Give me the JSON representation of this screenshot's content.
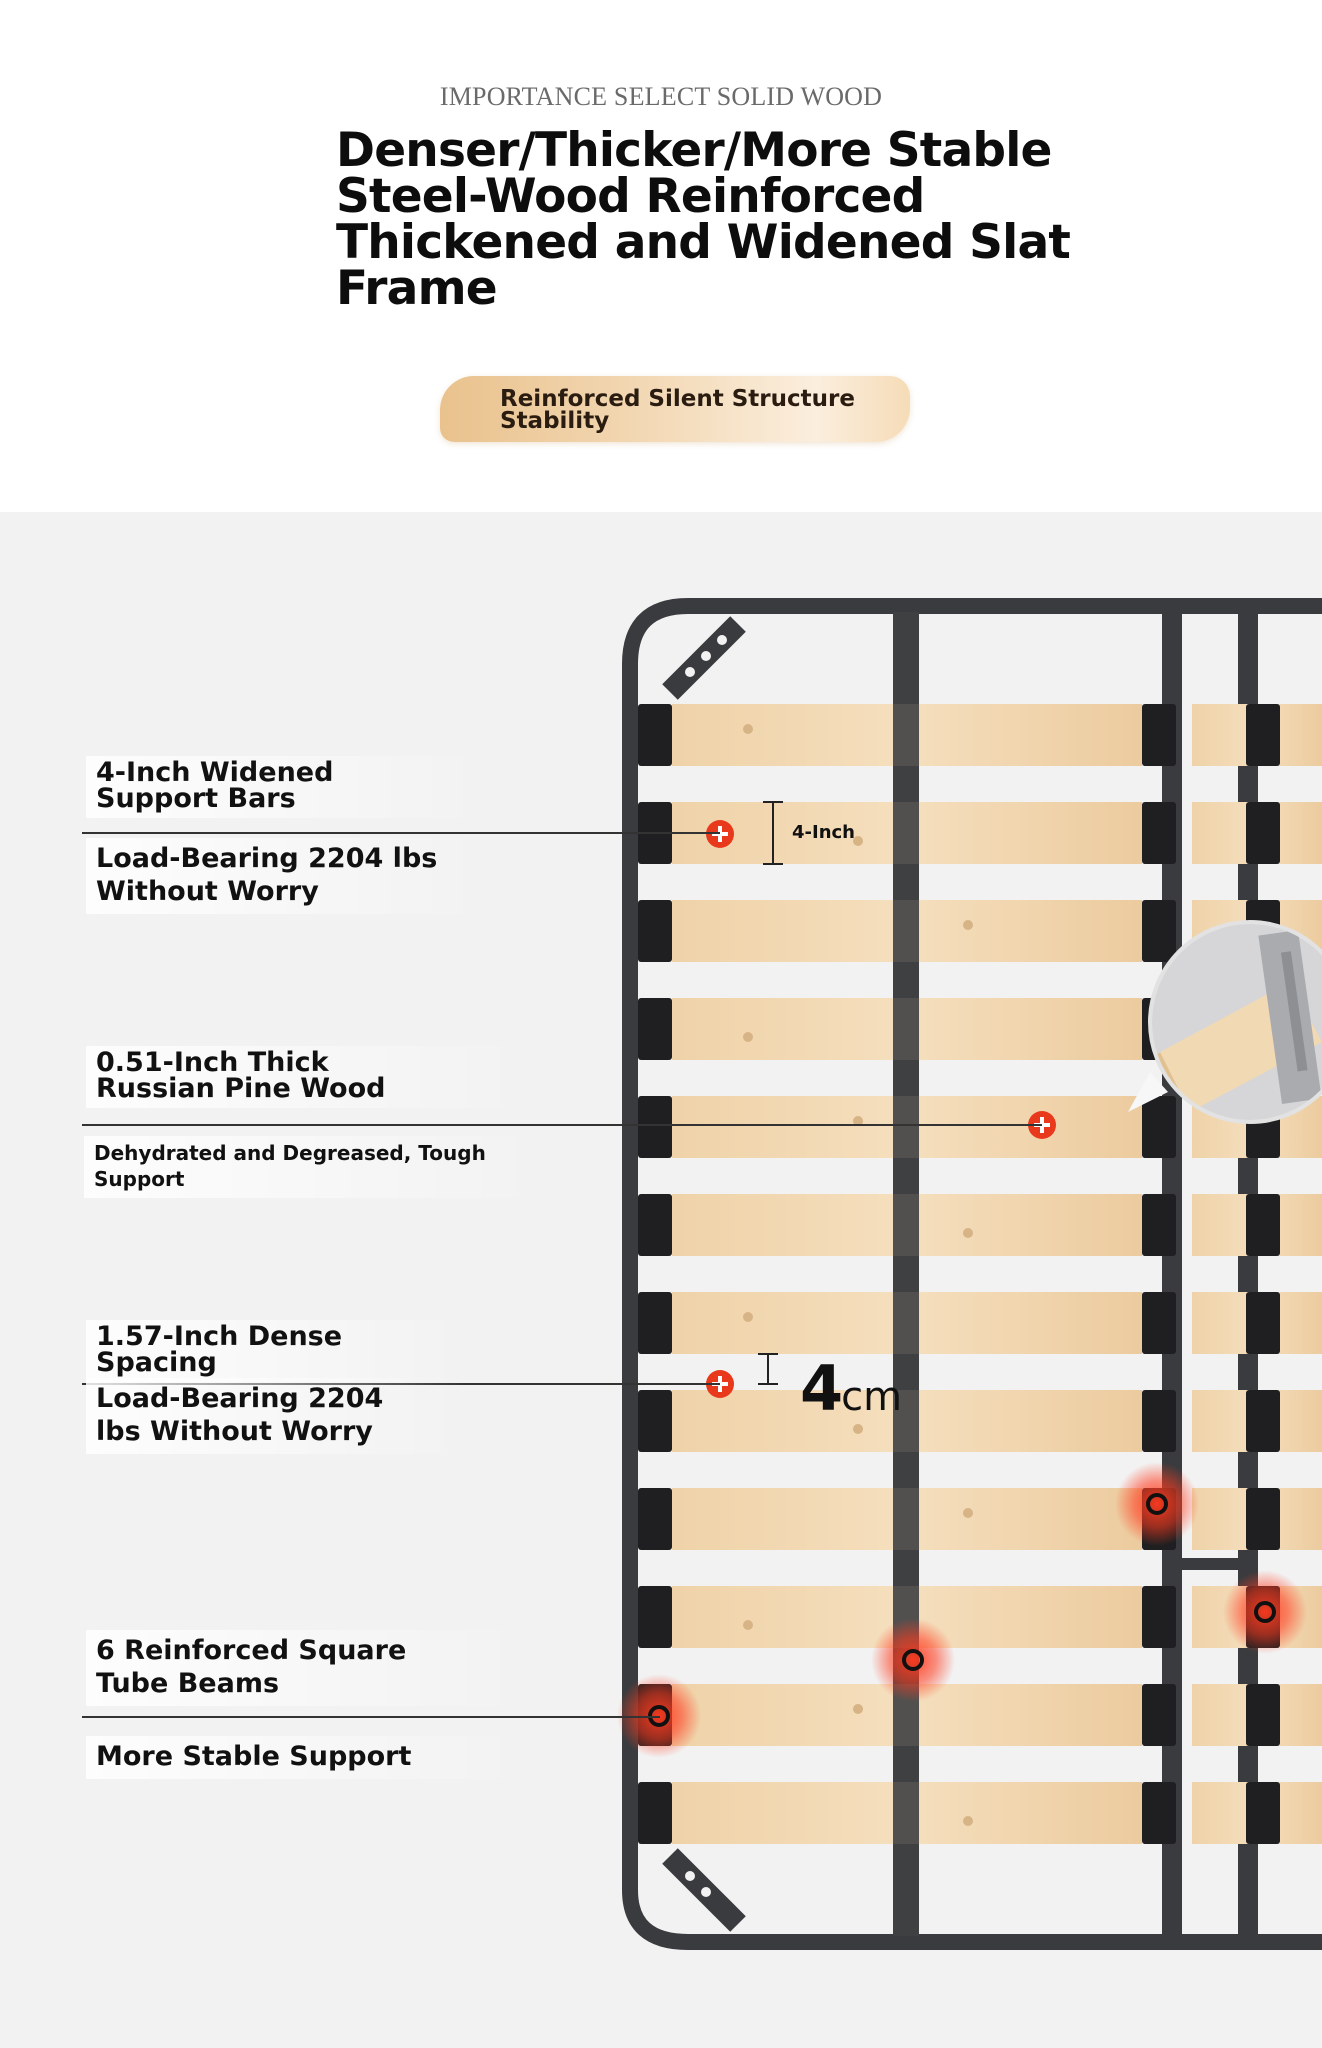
{
  "header": {
    "eyebrow": "IMPORTANCE SELECT SOLID WOOD",
    "headline_lines": [
      "Denser/Thicker/More Stable",
      "Steel-Wood Reinforced",
      "Thickened and Widened Slat",
      "Frame"
    ],
    "badge_lines": [
      "Reinforced Silent Structure",
      "Stability"
    ]
  },
  "features": [
    {
      "title_lines": [
        "4-Inch Widened",
        "Support Bars"
      ],
      "detail_lines": [
        "Load-Bearing 2204 lbs",
        "Without Worry"
      ]
    },
    {
      "title_lines": [
        "0.51-Inch Thick",
        "Russian Pine Wood"
      ],
      "detail_lines": [
        "Dehydrated and Degreased, Tough",
        "Support"
      ]
    },
    {
      "title_lines": [
        "1.57-Inch Dense",
        "Spacing"
      ],
      "detail_lines": [
        "Load-Bearing 2204",
        "lbs Without Worry"
      ]
    },
    {
      "title_lines": [
        "6 Reinforced Square",
        "Tube Beams"
      ],
      "detail_lines": [
        "More Stable Support"
      ]
    }
  ],
  "callouts": {
    "slat_width": "4-Inch",
    "spacing_number": "4",
    "spacing_unit": "cm"
  },
  "colors": {
    "wood": "#f1d7b1",
    "steel": "#3a3b3e",
    "marker_red": "#e8391c",
    "badge_gold": "#e9c28d"
  },
  "icons": [
    "plus-marker-icon",
    "beam-ring-marker-icon",
    "caliper-magnifier-icon"
  ]
}
